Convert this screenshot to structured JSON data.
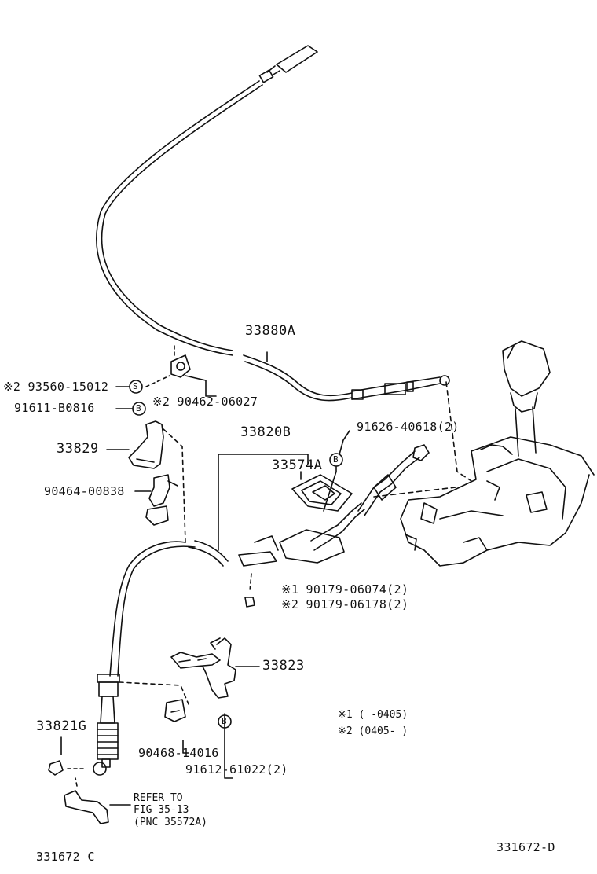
{
  "parts": {
    "cable_upper": "33880A",
    "clip_s": "※2 93560-15012",
    "marker_s": "S",
    "nut_upper": "※2 90462-06027",
    "bolt_upper": "91611-B0816",
    "marker_b": "B",
    "bracket": "33829",
    "clip": "90464-00838",
    "cable_lower": "33820B",
    "plate": "33574A",
    "bolt_plate": "91626-40618(2)",
    "nut1": "※1 90179-06074(2)",
    "nut2": "※2 90179-06178(2)",
    "lever": "33823",
    "grommet": "33821G",
    "clip_lower": "90468-14016",
    "bolt_lower": "91612-61022(2)"
  },
  "notes": {
    "note1": "※1 (     -0405)",
    "note2": "※2 (0405-      )"
  },
  "refer": {
    "line1": "REFER TO",
    "line2": "FIG 35-13",
    "line3": "(PNC 35572A)"
  },
  "footer": {
    "left_code": "331672 C",
    "right_code": "331672-D"
  }
}
